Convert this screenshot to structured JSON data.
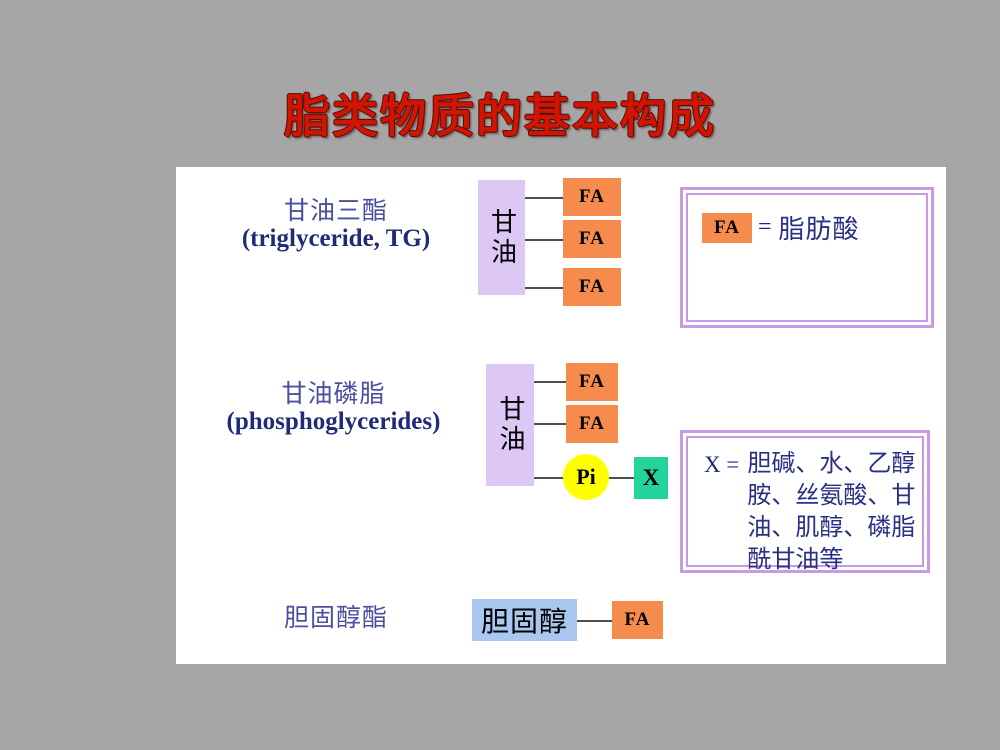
{
  "slide": {
    "title": "脂类物质的基本构成",
    "background_color": "#a6a6a6",
    "panel_color": "#ffffff",
    "title_color": "#d21404"
  },
  "palette": {
    "fa_box": "#f58b4c",
    "glycerol_box": "#ddc7f5",
    "cholesterol_box": "#a9c7ef",
    "x_box": "#22d39c",
    "pi_circle": "#ffff00",
    "legend_border": "#c79ae8",
    "label_cn": "#4a4fa0",
    "label_en": "#1f2a78"
  },
  "rows": [
    {
      "id": "triglyceride",
      "label_cn": "甘油三酯",
      "label_en": "(triglyceride, TG)",
      "core_label": "甘油",
      "fa_labels": [
        "FA",
        "FA",
        "FA"
      ]
    },
    {
      "id": "phosphoglycerides",
      "label_cn": "甘油磷脂",
      "label_en": "(phosphoglycerides)",
      "core_label": "甘油",
      "fa_labels": [
        "FA",
        "FA"
      ],
      "pi_label": "Pi",
      "x_label": "X"
    },
    {
      "id": "cholesterol-ester",
      "label_cn": "胆固醇酯",
      "core_label": "胆固醇",
      "fa_labels": [
        "FA"
      ]
    }
  ],
  "legend_fa": {
    "chip_label": "FA",
    "equals": "=",
    "definition": "脂肪酸"
  },
  "legend_x": {
    "key": "X  =",
    "lines": [
      "胆碱、水、乙醇",
      "胺、丝氨酸、甘",
      "油、肌醇、磷脂",
      "酰甘油等"
    ]
  }
}
